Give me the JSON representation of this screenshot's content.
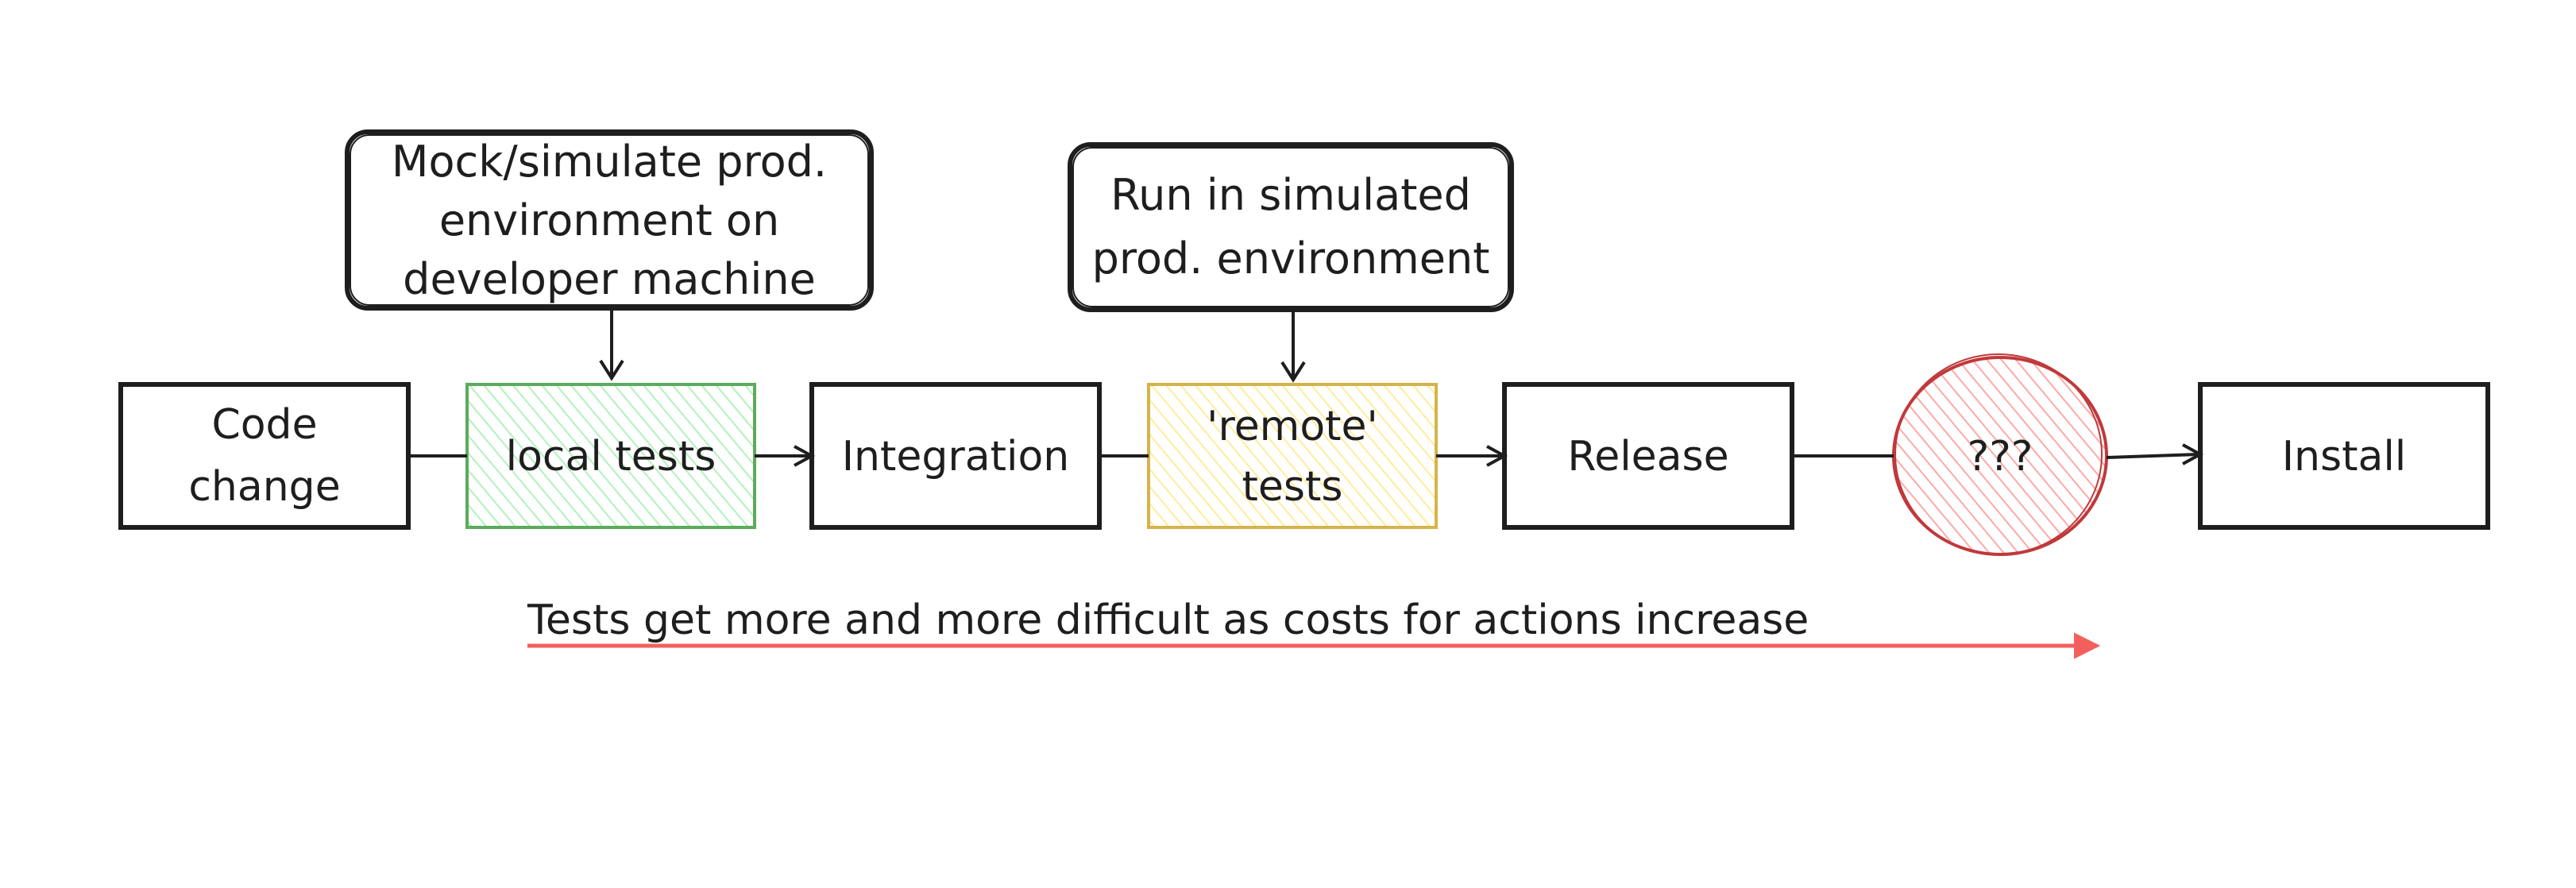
{
  "nodes": {
    "code_change": {
      "lines": [
        "Code",
        "change"
      ]
    },
    "local_tests": {
      "lines": [
        "local tests"
      ],
      "fill": "#b2f2bb",
      "stroke": "#5bab5b"
    },
    "integration": {
      "lines": [
        "Integration"
      ]
    },
    "remote_tests": {
      "lines": [
        "'remote'",
        "tests"
      ],
      "fill": "#ffec99",
      "stroke": "#d4b44a"
    },
    "release": {
      "lines": [
        "Release"
      ]
    },
    "unknown": {
      "lines": [
        "???"
      ],
      "fill": "#ffc9c9",
      "stroke": "#c0393b"
    },
    "install": {
      "lines": [
        "Install"
      ]
    }
  },
  "notes": {
    "mock": {
      "lines": [
        "Mock/simulate prod.",
        "environment on",
        "developer machine"
      ]
    },
    "simulated": {
      "lines": [
        "Run in simulated",
        "prod. environment"
      ]
    }
  },
  "caption": {
    "text": "Tests get more and more difficult as costs for actions increase",
    "arrow_color": "#f25f5c"
  }
}
